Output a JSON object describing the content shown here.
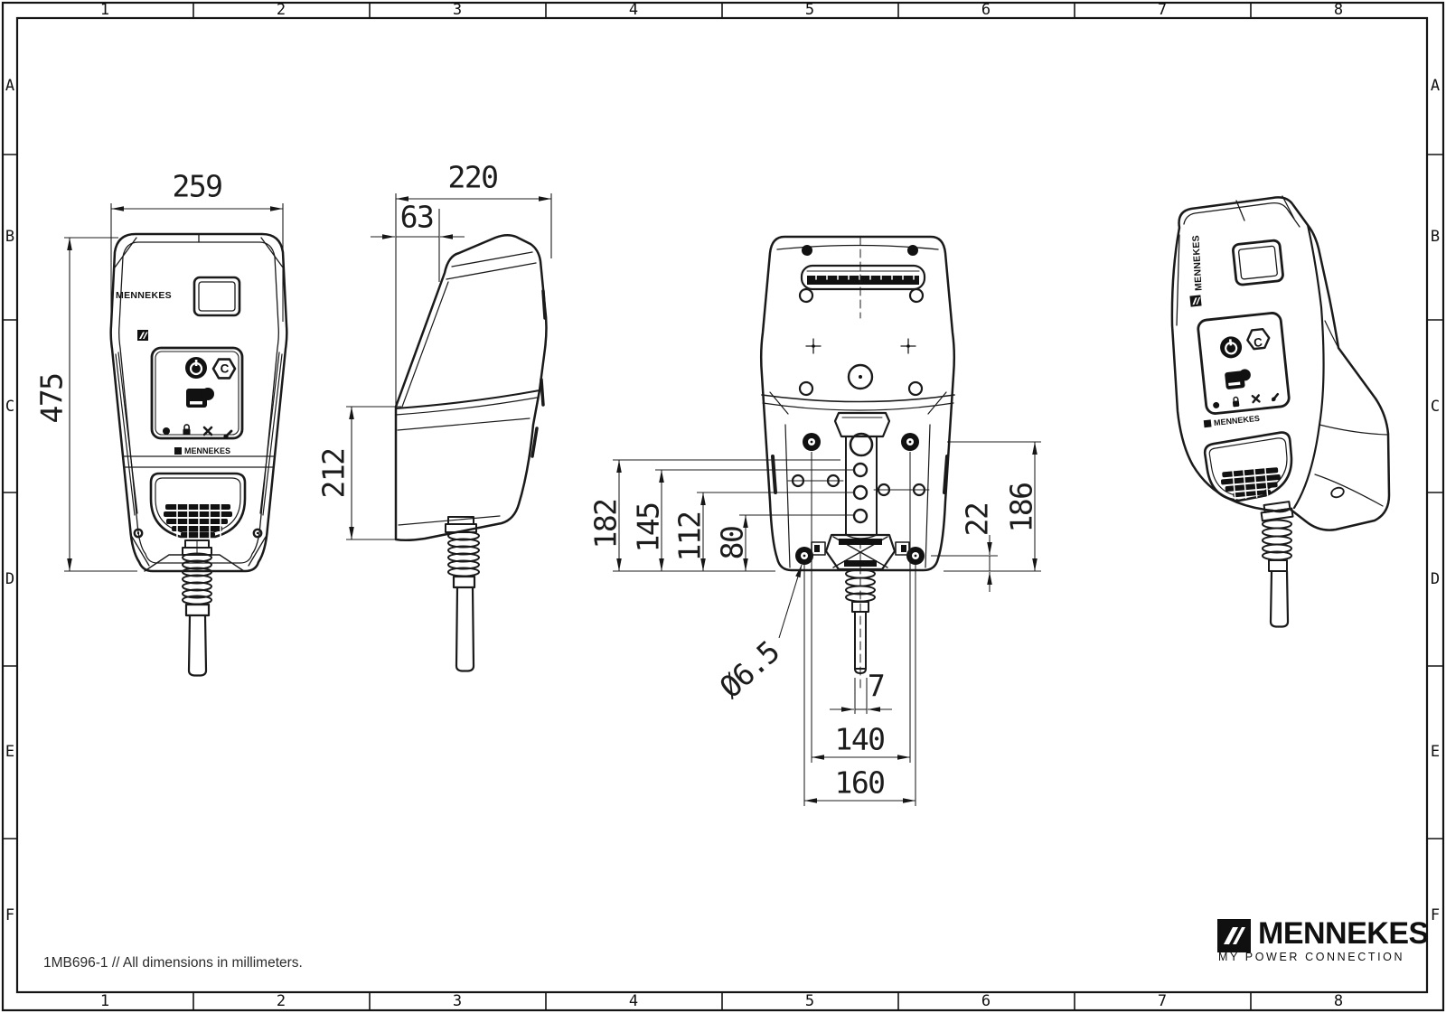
{
  "frame": {
    "columns": [
      "1",
      "2",
      "3",
      "4",
      "5",
      "6",
      "7",
      "8"
    ],
    "rows": [
      "A",
      "B",
      "C",
      "D",
      "E",
      "F"
    ]
  },
  "title_block": {
    "note": "1MB696-1 // All dimensions in millimeters."
  },
  "brand": {
    "name": "MENNEKES",
    "tagline": "MY POWER CONNECTION"
  },
  "device": {
    "vertical_logo": "MENNEKES",
    "strip_logo": "MENNEKES",
    "hex_button_label": "C"
  },
  "dimensions": {
    "front": {
      "width": "259",
      "height": "475"
    },
    "side": {
      "depth": "220",
      "top_depth": "63",
      "lower_height": "212"
    },
    "back": {
      "holes_h1": "182",
      "holes_h2": "145",
      "holes_h3": "112",
      "holes_h4": "80",
      "hole_diameter": "Ø6.5",
      "bottom_offset": "22",
      "suspension_height": "186",
      "cable_width": "7",
      "hole_spacing": "140",
      "outer_width": "160"
    }
  }
}
